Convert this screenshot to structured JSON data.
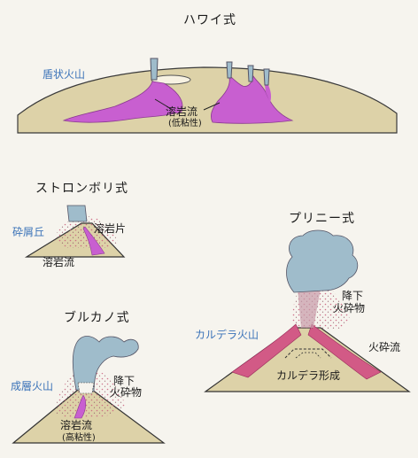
{
  "hawaiian": {
    "title": "ハワイ式",
    "volcano_label": "盾状火山",
    "lava_label": "溶岩流",
    "lava_note": "(低粘性)"
  },
  "strombolian": {
    "title": "ストロンボリ式",
    "volcano_label": "砕屑丘",
    "fragment_label": "溶岩片",
    "lava_label": "溶岩流"
  },
  "plinian": {
    "title": "プリニー式",
    "fall_label_1": "降下",
    "fall_label_2": "火砕物",
    "volcano_label": "カルデラ火山",
    "flow_label": "火砕流",
    "caldera_label": "カルデラ形成"
  },
  "vulcanian": {
    "title": "ブルカノ式",
    "volcano_label": "成層火山",
    "fall_label_1": "降下",
    "fall_label_2": "火砕物",
    "lava_label": "溶岩流",
    "lava_note": "(高粘性)"
  },
  "colors": {
    "ground": "#ddd2a8",
    "lava": "#c85fd0",
    "plume": "#9fbccb",
    "pyroclastic": "#d25a86",
    "label_blue": "#3a72b8"
  }
}
